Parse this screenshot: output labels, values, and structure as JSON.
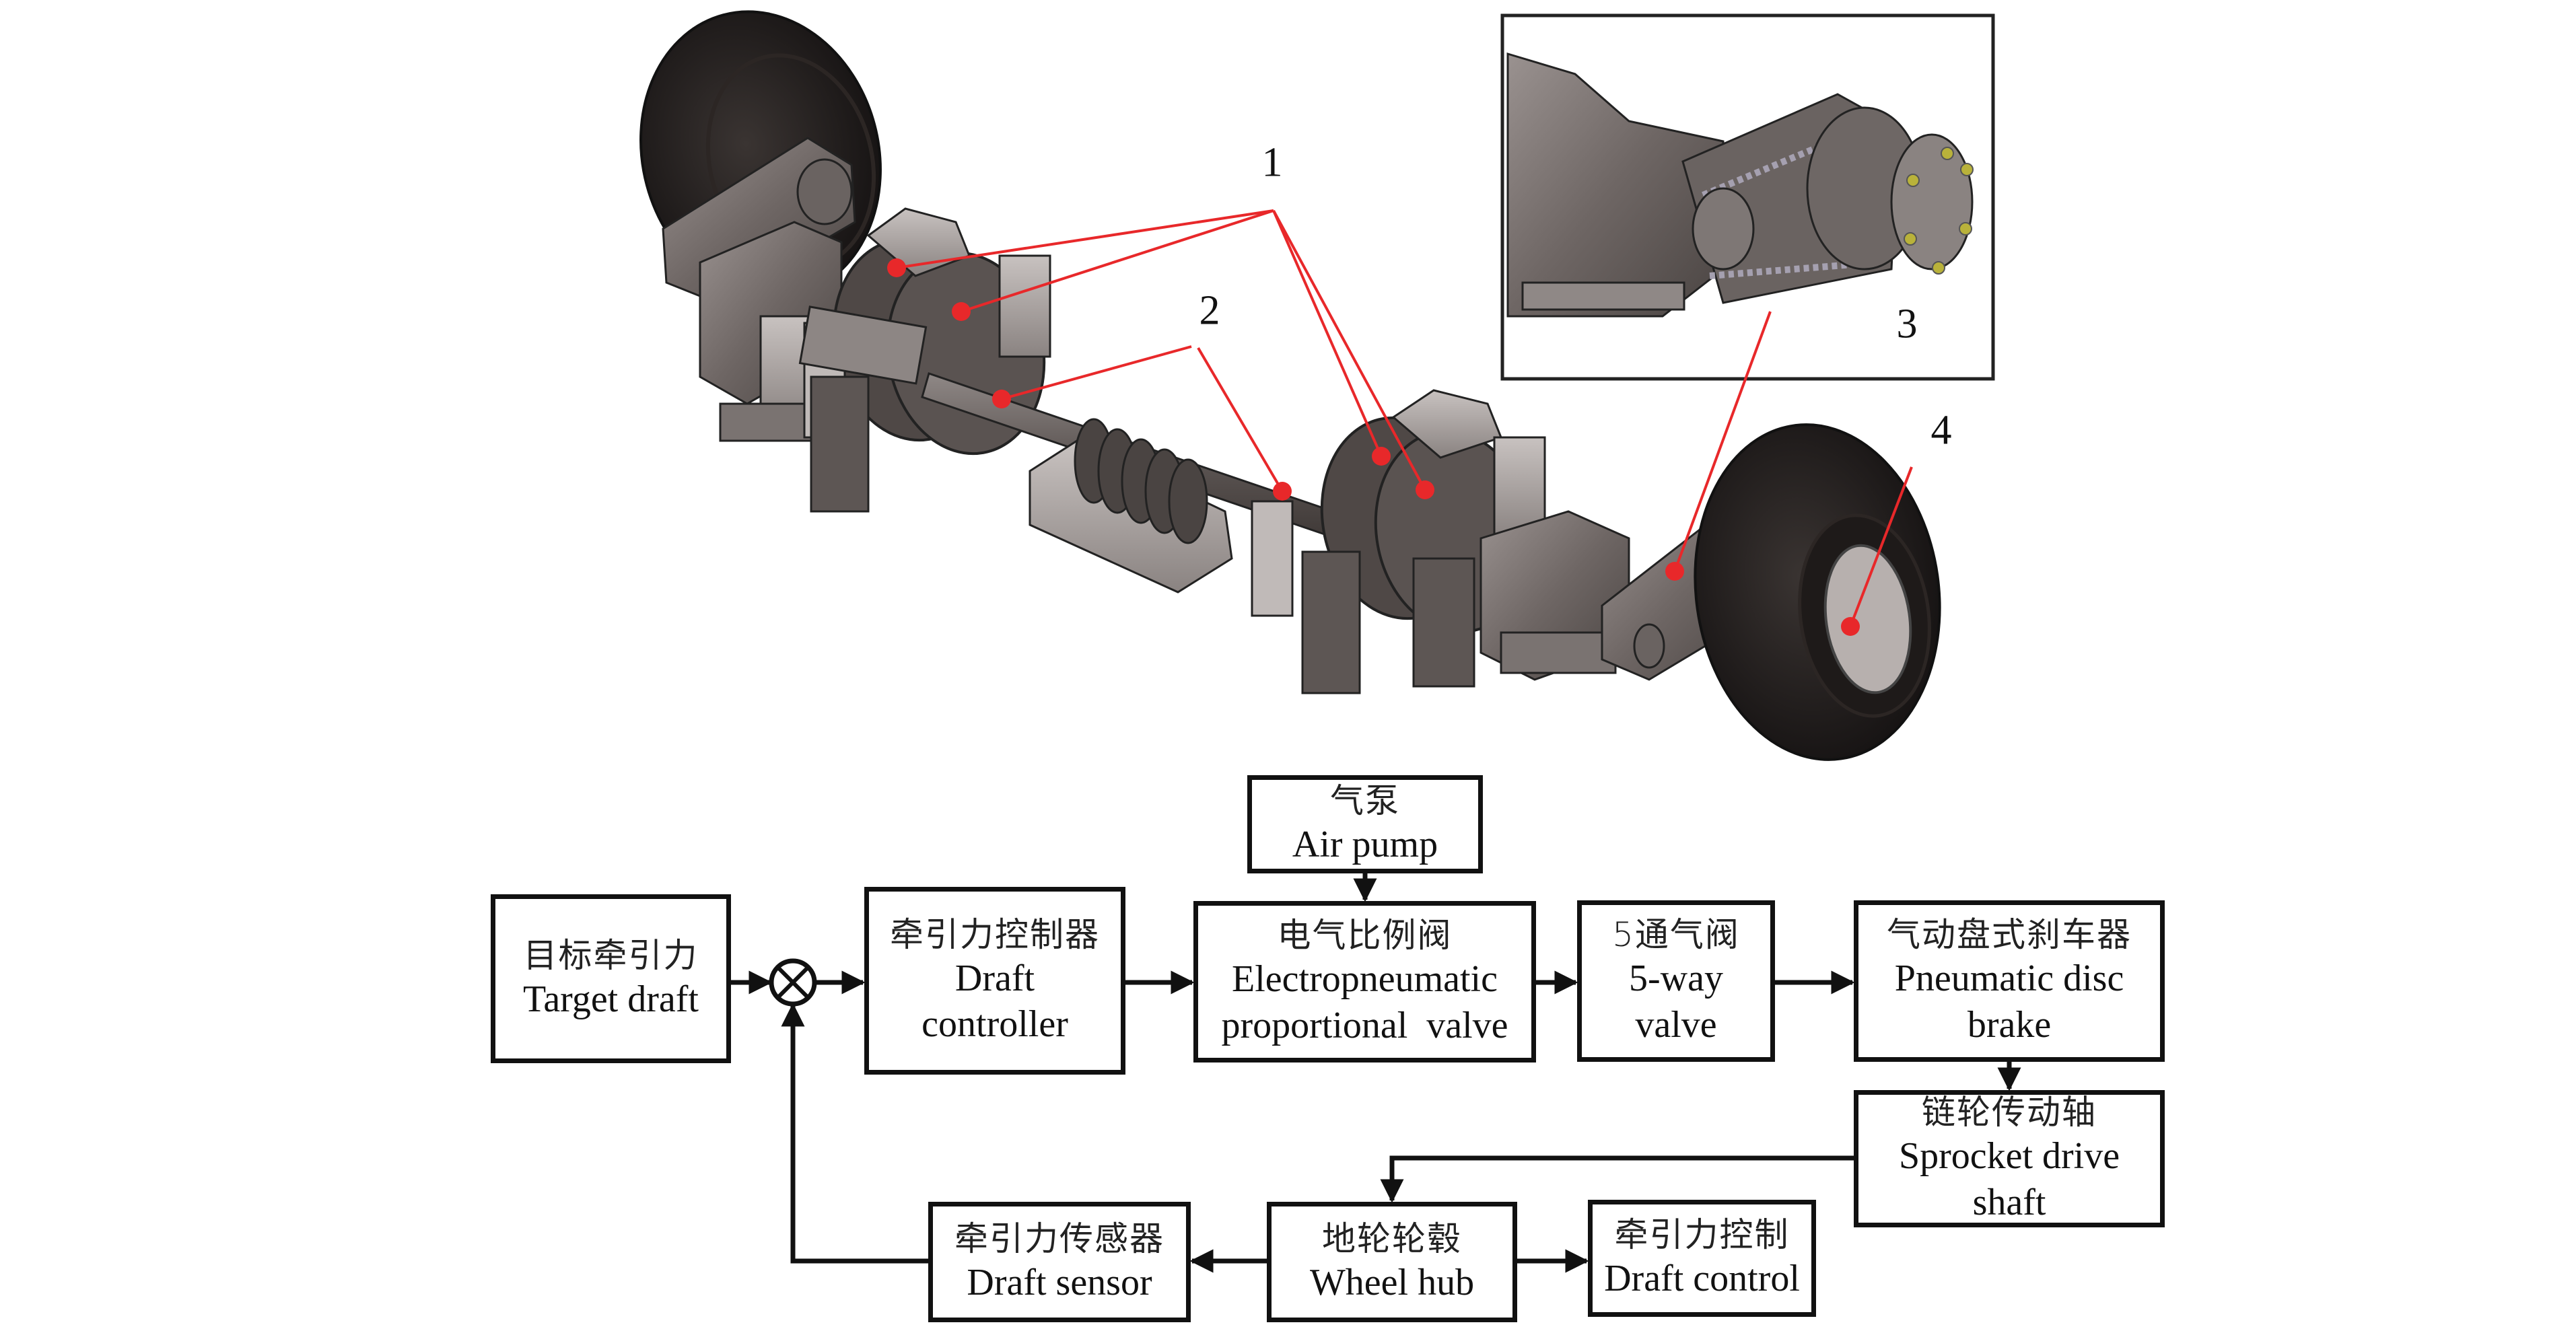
{
  "figure": {
    "callout_labels": [
      "1",
      "2",
      "3",
      "4"
    ],
    "accent_color": "#e8282a",
    "line_color": "#111111"
  },
  "blocks": {
    "target_draft": {
      "zh": "目标牵引力",
      "en": "Target draft"
    },
    "draft_controller": {
      "zh": "牵引力控制器",
      "en_line1": "Draft",
      "en_line2": "controller"
    },
    "air_pump": {
      "zh": "气泵",
      "en": "Air pump"
    },
    "electro_valve": {
      "zh": "电气比例阀",
      "en_line1": "Electropneumatic",
      "en_line2": "proportional  valve"
    },
    "five_way_valve": {
      "zh": "5通气阀",
      "en_line1": "5-way",
      "en_line2": "valve"
    },
    "disc_brake": {
      "zh": "气动盘式刹车器",
      "en_line1": "Pneumatic disc",
      "en_line2": "brake"
    },
    "sprocket_shaft": {
      "zh": "链轮传动轴",
      "en_line1": "Sprocket drive",
      "en_line2": "shaft"
    },
    "wheel_hub": {
      "zh": "地轮轮毂",
      "en": "Wheel hub"
    },
    "draft_sensor": {
      "zh": "牵引力传感器",
      "en": "Draft sensor"
    },
    "draft_control": {
      "zh": "牵引力控制",
      "en": "Draft control"
    }
  },
  "summing_junction": {
    "symbol": "multiply-circle"
  }
}
